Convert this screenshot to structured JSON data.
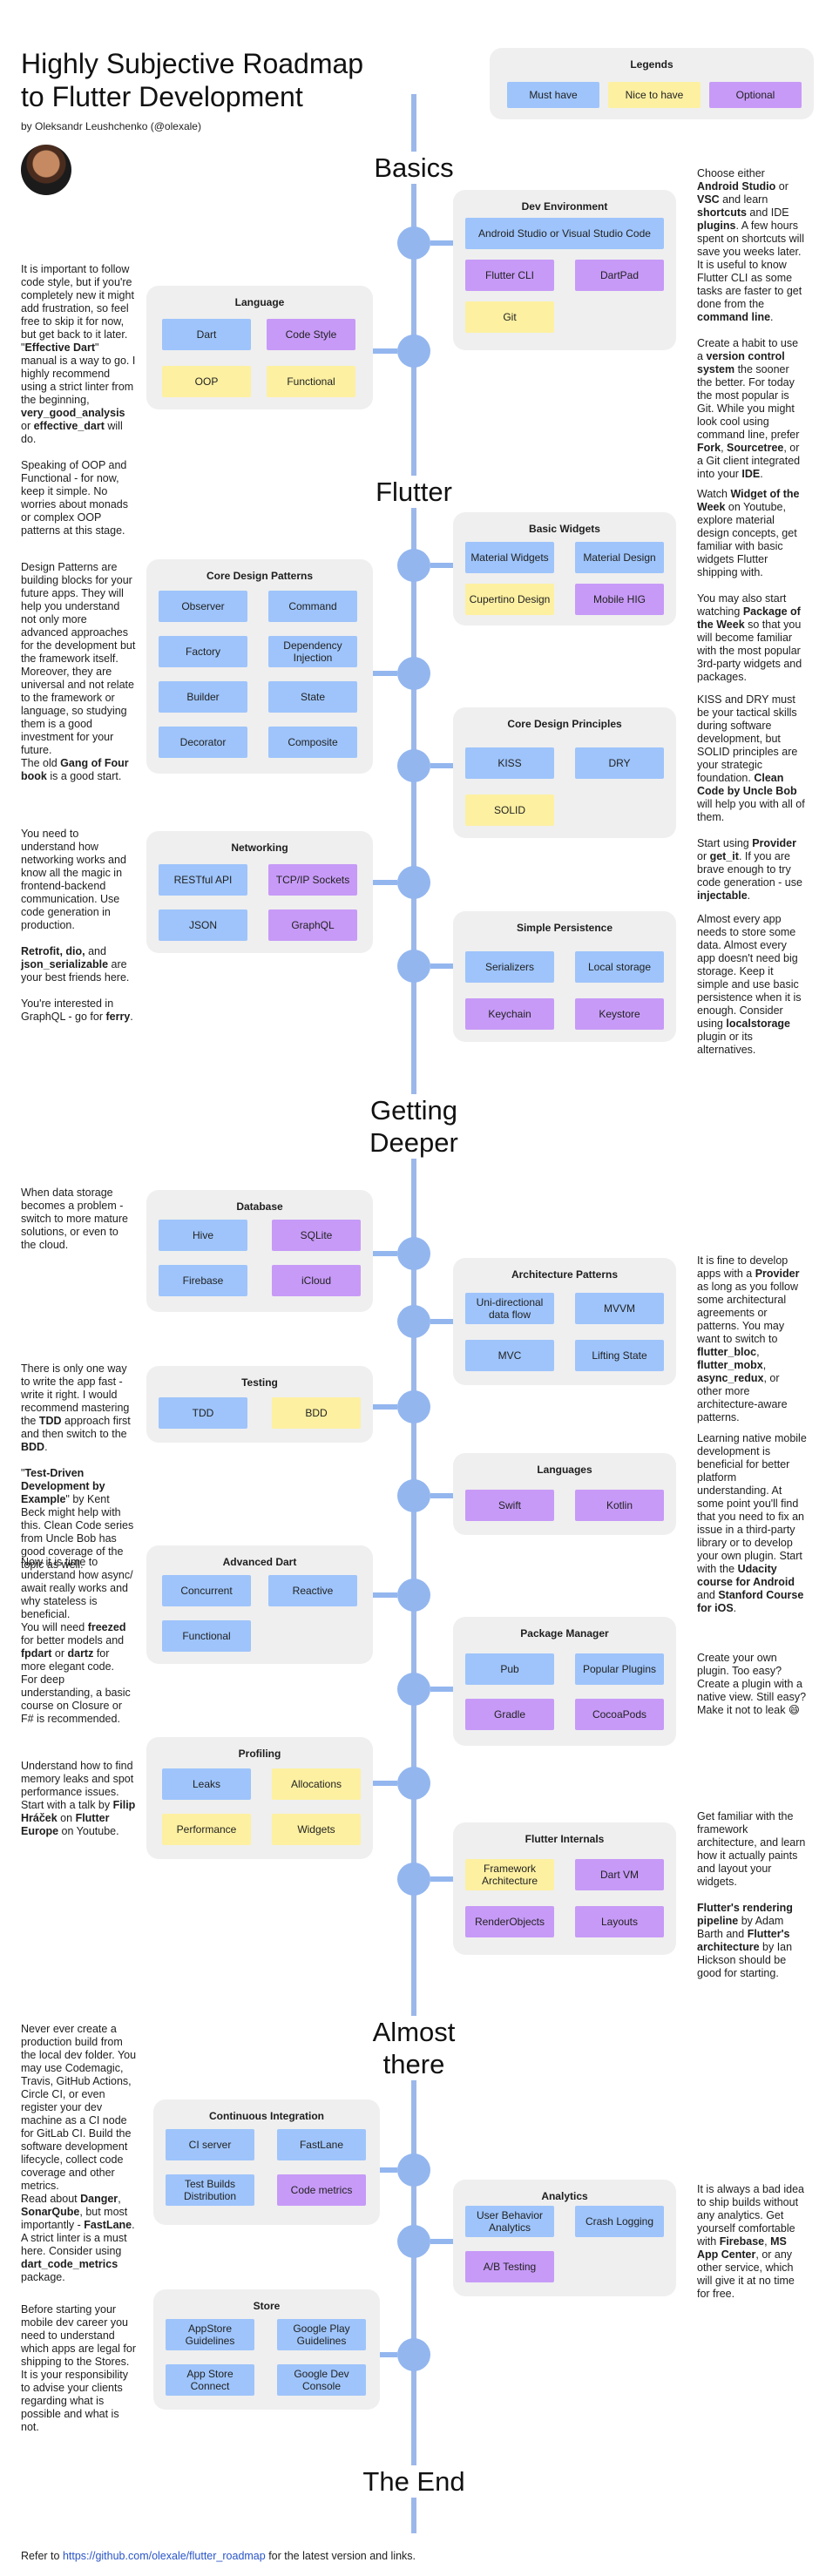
{
  "header": {
    "title_line1": "Highly Subjective Roadmap",
    "title_line2": "to Flutter Development",
    "byline": "by Oleksandr Leushchenko (@olexale)"
  },
  "legends": {
    "title": "Legends",
    "must": "Must have",
    "nice": "Nice to have",
    "optional": "Optional"
  },
  "sections": {
    "basics": "Basics",
    "flutter": "Flutter",
    "deeper_1": "Getting",
    "deeper_2": "Deeper",
    "almost_1": "Almost",
    "almost_2": "there",
    "end": "The End"
  },
  "colors": {
    "must": "#9ec4fb",
    "nice": "#fdf0a1",
    "optional": "#c79af7",
    "timeline": "#9cb8ea",
    "panel": "#efefef"
  },
  "panels": {
    "dev_env": {
      "title": "Dev Environment",
      "chips": [
        "Android Studio or Visual Studio Code",
        "Flutter CLI",
        "DartPad",
        "Git"
      ]
    },
    "language": {
      "title": "Language",
      "chips": [
        "Dart",
        "Code Style",
        "OOP",
        "Functional"
      ]
    },
    "basic_widgets": {
      "title": "Basic Widgets",
      "chips": [
        "Material Widgets",
        "Material Design",
        "Cupertino Design",
        "Mobile HIG"
      ]
    },
    "core_patterns": {
      "title": "Core Design Patterns",
      "chips": [
        "Observer",
        "Command",
        "Factory",
        "Dependency Injection",
        "Builder",
        "State",
        "Decorator",
        "Composite"
      ]
    },
    "core_principles": {
      "title": "Core Design Principles",
      "chips": [
        "KISS",
        "DRY",
        "SOLID"
      ]
    },
    "networking": {
      "title": "Networking",
      "chips": [
        "RESTful API",
        "TCP/IP Sockets",
        "JSON",
        "GraphQL"
      ]
    },
    "persistence": {
      "title": "Simple Persistence",
      "chips": [
        "Serializers",
        "Local storage",
        "Keychain",
        "Keystore"
      ]
    },
    "database": {
      "title": "Database",
      "chips": [
        "Hive",
        "SQLite",
        "Firebase",
        "iCloud"
      ]
    },
    "architecture": {
      "title": "Architecture Patterns",
      "chips": [
        "Uni-directional data flow",
        "MVVM",
        "MVC",
        "Lifting State"
      ]
    },
    "testing": {
      "title": "Testing",
      "chips": [
        "TDD",
        "BDD"
      ]
    },
    "languages": {
      "title": "Languages",
      "chips": [
        "Swift",
        "Kotlin"
      ]
    },
    "advanced_dart": {
      "title": "Advanced Dart",
      "chips": [
        "Concurrent",
        "Reactive",
        "Functional"
      ]
    },
    "package_manager": {
      "title": "Package Manager",
      "chips": [
        "Pub",
        "Popular Plugins",
        "Gradle",
        "CocoaPods"
      ]
    },
    "profiling": {
      "title": "Profiling",
      "chips": [
        "Leaks",
        "Allocations",
        "Performance",
        "Widgets"
      ]
    },
    "flutter_internals": {
      "title": "Flutter Internals",
      "chips": [
        "Framework Architecture",
        "Dart VM",
        "RenderObjects",
        "Layouts"
      ]
    },
    "ci": {
      "title": "Continuous Integration",
      "chips": [
        "CI server",
        "FastLane",
        "Test Builds Distribution",
        "Code metrics"
      ]
    },
    "analytics": {
      "title": "Analytics",
      "chips": [
        "User Behavior Analytics",
        "Crash Logging",
        "A/B Testing"
      ]
    },
    "store": {
      "title": "Store",
      "chips": [
        "AppStore Guidelines",
        "Google Play Guidelines",
        "App Store Connect",
        "Google Dev Console"
      ]
    }
  },
  "descriptions": {
    "dev_env": "<p>Choose either <b>Android Studio</b> or <b>VSC</b> and learn <b>shortcuts</b> and IDE <b>plugins</b>. A few hours spent on shortcuts will save you weeks later. It is useful to know Flutter CLI as some tasks are faster to get done from the <b>command line</b>.</p><p>Create a habit to use a <b>version control system</b> the sooner the better. For today the most popular is Git. While you might look cool using command line, prefer <b>Fork</b>, <b>Sourcetree</b>, or a Git client integrated into your <b>IDE</b>.</p>",
    "language": "<p>It is important to follow code style, but if you're completely new it might add frustration, so feel free to skip it for now, but get back to it later. \"<b>Effective Dart</b>\" manual is a way to go. I highly recommend using a strict linter from the beginning, <b>very_good_analysis</b> or <b>effective_dart</b> will do.</p><p>Speaking of OOP and Functional - for now, keep it simple. No worries about monads or complex OOP patterns at this stage.</p>",
    "basic_widgets": "<p>Watch <b>Widget of the Week</b> on Youtube, explore material design concepts, get familiar with basic widgets Flutter shipping with.</p><p>You may also start watching <b>Package of the Week</b> so that you will become familiar with the most popular 3rd-party widgets and packages.</p>",
    "core_patterns": "<p>Design Patterns are building blocks for your future apps. They will help you understand not only more advanced approaches for the development but the framework itself. Moreover, they are universal and not relate to the framework or language, so studying them is a good investment for your future.<br>The old <b>Gang of Four book</b> is a good start.</p>",
    "core_principles": "<p>KISS and DRY must be your tactical skills during software development, but SOLID principles are your strategic foundation. <b>Clean Code by Uncle Bob</b> will help you with all of them.</p><p>Start using <b>Provider</b> or <b>get_it</b>. If you are brave enough to try code generation - use <b>injectable</b>.</p>",
    "networking": "<p>You need to understand how networking works and know all the magic in frontend-backend communication. Use code generation in production.</p><p><b>Retrofit, dio,</b> and <b>json_serializable</b> are your best friends here.</p><p>You're interested in GraphQL - go for <b>ferry</b>.</p>",
    "persistence": "<p>Almost every app needs to store some data. Almost every app doesn't need big storage. Keep it simple and use basic persistence when it is enough. Consider using <b>localstorage</b> plugin or its alternatives.</p>",
    "database": "<p>When data storage becomes a problem - switch to more mature solutions, or even to the cloud.</p>",
    "architecture": "<p>It is fine to develop apps with a <b>Provider</b> as long as you follow some architectural agreements or patterns. You may want to switch to <b>flutter_bloc</b>, <b>flutter_mobx</b>, <b>async_redux</b>, or other more architecture-aware patterns.</p>",
    "testing": "<p>There is only one way to write the app fast - write it right. I would recommend mastering the <b>TDD</b> approach first and then switch to the <b>BDD</b>.</p><p>\"<b>Test-Driven Development by Example</b>\" by Kent Beck might help with this. Clean Code series from Uncle Bob has good coverage of the topic as well.</p>",
    "languages": "<p>Learning native mobile development is beneficial for better platform understanding. At some point you'll find that you need to fix an issue in a third-party library or to develop your own plugin. Start with the <b>Udacity course for Android</b> and <b>Stanford Course for iOS</b>.</p>",
    "advanced_dart": "<p>Now it is time to understand how async/ await really works and why stateless is beneficial.<br>You will need <b>freezed</b> for better models and <b>fpdart</b> or <b>dartz</b> for more elegant code.<br>For deep understanding, a basic course on Closure or F# is recommended.</p>",
    "package_manager": "<p>Create your own plugin. Too easy? Create a plugin with a native view. Still easy? Make it not to leak 😄</p>",
    "profiling": "<p>Understand how to find memory leaks and spot performance issues. Start with a talk by <b>Filip Hráček</b> on <b>Flutter Europe</b> on Youtube.</p>",
    "flutter_internals": "<p>Get familiar with the framework architecture, and learn how it actually paints and layout your widgets.</p><p><b>Flutter's rendering pipeline</b> by Adam Barth and <b>Flutter's architecture</b> by Ian Hickson should be good for starting.</p>",
    "ci": "<p>Never ever create a production build from the local dev folder. You may use Codemagic, Travis, GitHub Actions, Circle CI, or even register your dev machine as a CI node for GitLab CI. Build the software development lifecycle, collect code coverage and other metrics.<br>Read about <b>Danger</b>, <b>SonarQube</b>, but most importantly - <b>FastLane</b>. A strict linter is a must here. Consider using <b>dart_code_metrics</b> package.</p>",
    "analytics": "<p>It is always a bad idea to ship builds without any analytics. Get yourself comfortable with <b>Firebase</b>, <b>MS App Center</b>, or any other service, which will give it at no time for free.</p>",
    "store": "<p>Before starting your mobile dev career you need to understand which apps are legal for shipping to the Stores. It is your responsibility to advise your clients regarding what is possible and what is not.</p>"
  },
  "footer": {
    "prefix": "Refer to ",
    "link": "https://github.com/olexale/flutter_roadmap",
    "suffix": " for the latest version and links."
  }
}
